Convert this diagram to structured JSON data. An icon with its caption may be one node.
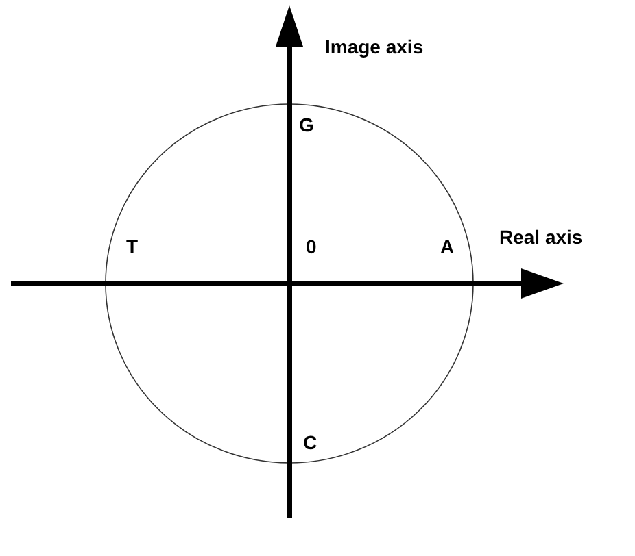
{
  "diagram": {
    "labels": [
      "Image axis",
      "G",
      "Real axis",
      "T",
      "0",
      "A",
      "C"
    ]
  }
}
